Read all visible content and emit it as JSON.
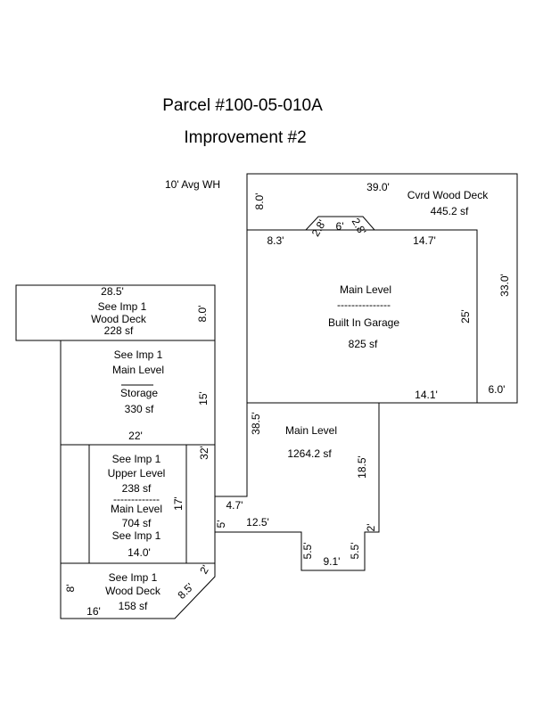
{
  "header": {
    "parcel": "Parcel #100-05-010A",
    "improvement": "Improvement #2",
    "wall_height_note": "10' Avg WH"
  },
  "areas": {
    "cvrd_wood_deck": {
      "name": "Cvrd Wood Deck",
      "area": "445.2 sf"
    },
    "garage": {
      "name": "Main Level",
      "divider": "---------------",
      "sub": "Built In Garage",
      "area": "825 sf"
    },
    "wood_deck_top": {
      "ref": "See Imp 1",
      "name": "Wood Deck",
      "area": "228 sf"
    },
    "storage": {
      "ref": "See Imp 1",
      "name": "Main Level",
      "sub": "Storage",
      "area": "330 sf"
    },
    "main_level": {
      "name": "Main Level",
      "area": "1264.2 sf"
    },
    "upper_level": {
      "ref": "See Imp 1",
      "name": "Upper Level",
      "area": "238 sf",
      "divider": "-------------",
      "name2": "Main Level",
      "area2": "704 sf",
      "ref2": "See Imp 1"
    },
    "wood_deck_bottom": {
      "ref": "See Imp 1",
      "name": "Wood Deck",
      "area": "158 sf"
    }
  },
  "dimensions": {
    "deck_top_39": "39.0'",
    "deck_left_8": "8.0'",
    "deck_right_33": "33.0'",
    "bay_2_8_left": "2.8'",
    "bay_6": "6'",
    "bay_2_8_right": "2.8'",
    "garage_8_3": "8.3'",
    "garage_14_7": "14.7'",
    "garage_25": "25'",
    "garage_14_1": "14.1'",
    "deck_6": "6.0'",
    "wd_top_28_5": "28.5'",
    "wd_top_8": "8.0'",
    "storage_15": "15'",
    "storage_22": "22'",
    "upper_32": "32'",
    "upper_17": "17'",
    "upper_14": "14.0'",
    "main_38_5": "38.5'",
    "main_18_5": "18.5'",
    "main_4_7": "4.7'",
    "main_5": "5'",
    "main_12_5": "12.5'",
    "main_2": "2'",
    "main_5_5_left": "5.5'",
    "main_9_1": "9.1'",
    "main_5_5_right": "5.5'",
    "wd_bot_8": "8'",
    "wd_bot_2": "2'",
    "wd_bot_8_5": "8.5'",
    "wd_bot_16": "16'"
  }
}
